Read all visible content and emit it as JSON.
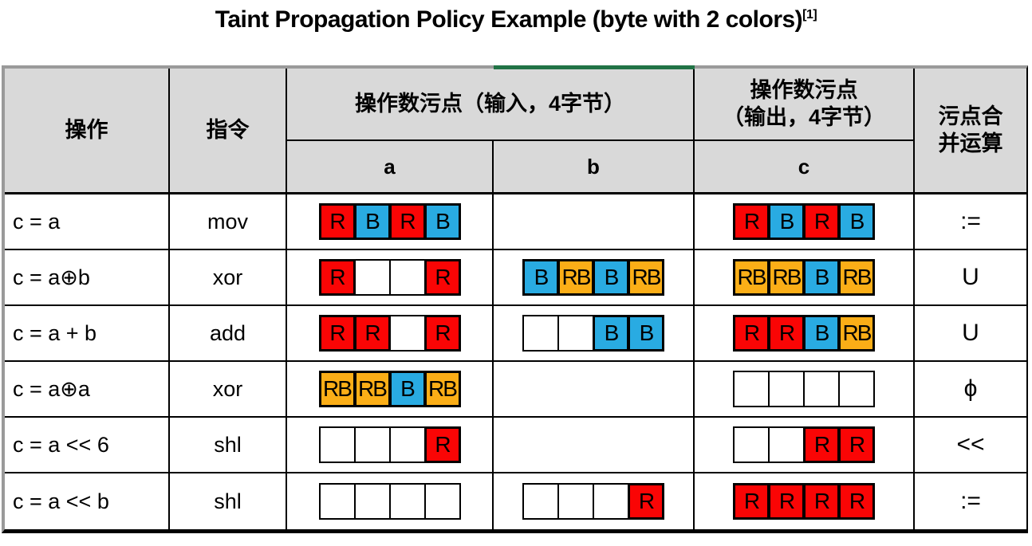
{
  "title": {
    "text": "Taint Propagation Policy Example (byte with 2 colors)",
    "reference": "[1]"
  },
  "legend_colors": {
    "R": "#FA0505",
    "B": "#29ABE2",
    "RB": "#FBAE17",
    "empty": "#FFFFFF",
    "header_bg": "#D9D9D9",
    "accent_green": "#217346"
  },
  "header": {
    "operation": "操作",
    "instruction": "指令",
    "input_group": "操作数污点（输入，4字节）",
    "output_group_line1": "操作数污点",
    "output_group_line2": "（输出，4字节）",
    "merge_line1": "污点合",
    "merge_line2": "并运算",
    "sub_a": "a",
    "sub_b": "b",
    "sub_c": "c"
  },
  "rows": [
    {
      "operation": "c = a",
      "instruction": "mov",
      "a": [
        "R",
        "B",
        "R",
        "B"
      ],
      "b": null,
      "c": [
        "R",
        "B",
        "R",
        "B"
      ],
      "merge": ":="
    },
    {
      "operation": "c = a⊕b",
      "instruction": "xor",
      "a": [
        "R",
        "",
        "",
        "R"
      ],
      "b": [
        "B",
        "RB",
        "B",
        "RB"
      ],
      "c": [
        "RB",
        "RB",
        "B",
        "RB"
      ],
      "merge": "U"
    },
    {
      "operation": "c = a + b",
      "instruction": "add",
      "a": [
        "R",
        "R",
        "",
        "R"
      ],
      "b": [
        "",
        "",
        "B",
        "B"
      ],
      "c": [
        "R",
        "R",
        "B",
        "RB"
      ],
      "merge": "U"
    },
    {
      "operation": "c = a⊕a",
      "instruction": "xor",
      "a": [
        "RB",
        "RB",
        "B",
        "RB"
      ],
      "b": null,
      "c": [
        "",
        "",
        "",
        ""
      ],
      "merge": "ϕ"
    },
    {
      "operation": "c = a << 6",
      "instruction": "shl",
      "a": [
        "",
        "",
        "",
        "R"
      ],
      "b": null,
      "c": [
        "",
        "",
        "R",
        "R"
      ],
      "merge": "<<"
    },
    {
      "operation": "c = a << b",
      "instruction": "shl",
      "a": [
        "",
        "",
        "",
        ""
      ],
      "b": [
        "",
        "",
        "",
        "R"
      ],
      "c": [
        "R",
        "R",
        "R",
        "R"
      ],
      "merge": ":="
    }
  ]
}
